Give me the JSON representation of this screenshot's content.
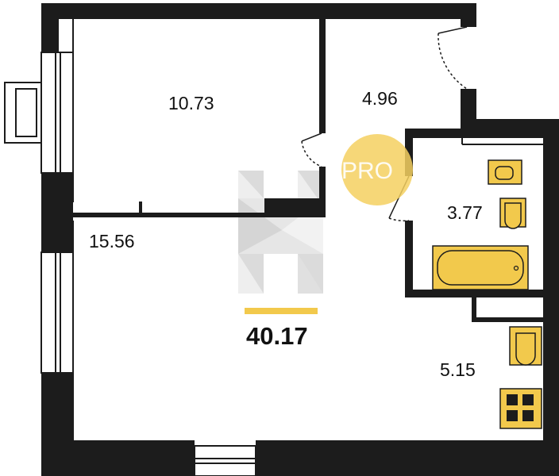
{
  "plan": {
    "rooms": [
      {
        "id": "room-bedroom",
        "area": "10.73"
      },
      {
        "id": "room-hall",
        "area": "4.96"
      },
      {
        "id": "room-bathroom",
        "area": "3.77"
      },
      {
        "id": "room-living",
        "area": "15.56"
      },
      {
        "id": "room-kitchen",
        "area": "5.15"
      }
    ],
    "total_area": "40.17",
    "badge_text": "PRO",
    "watermark_letter": "H"
  },
  "colors": {
    "wall": "#1c1c1c",
    "fixture": "#f2c94c",
    "accent_line": "#f2c94c",
    "badge": "#f5d060",
    "watermark": "#b0b0b0"
  }
}
